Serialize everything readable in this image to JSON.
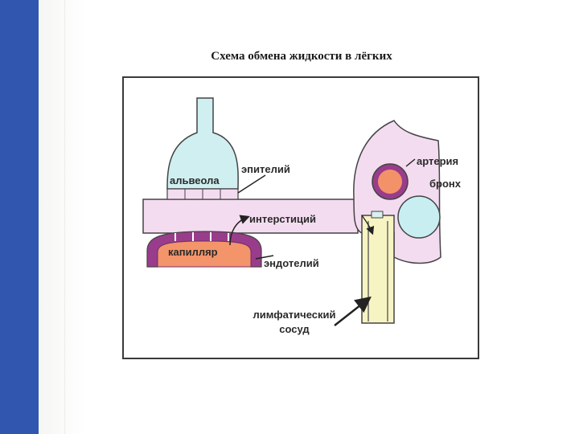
{
  "title": "Схема обмена жидкости в лёгких",
  "labels": {
    "alveola": "альвеола",
    "epithelium": "эпителий",
    "artery": "артерия",
    "bronchus": "бронх",
    "interstitium": "интерстиций",
    "capillary": "капилляр",
    "endothelium": "эндотелий",
    "lymph_line1": "лимфатический",
    "lymph_line2": "сосуд"
  },
  "colors": {
    "sidebar": "#3056b0",
    "alveola": "#cfeff0",
    "interstitium": "#f4dcf0",
    "capillary_wall": "#9a3c8c",
    "capillary_fill": "#f3946a",
    "artery_fill": "#f39268",
    "bronchus_fill": "#c8eef2",
    "lymph_vessel": "#f7f4c4"
  }
}
